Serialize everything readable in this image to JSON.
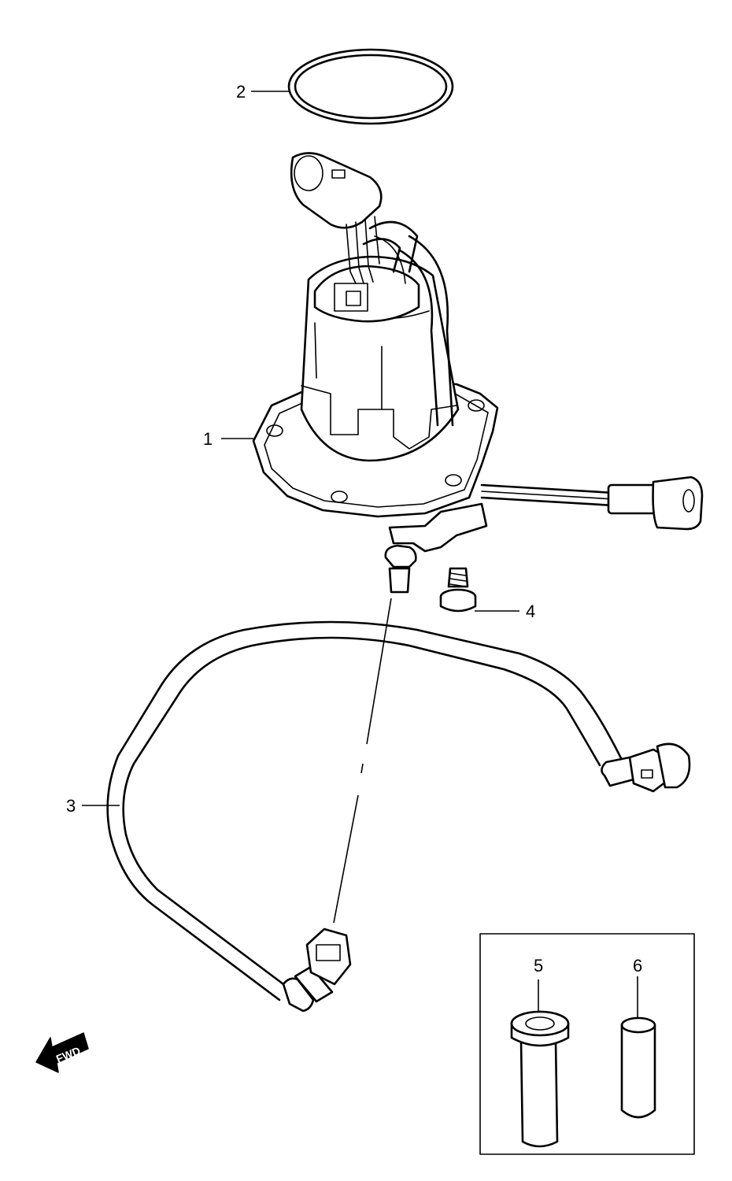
{
  "callouts": [
    {
      "id": "1",
      "label": "1"
    },
    {
      "id": "2",
      "label": "2"
    },
    {
      "id": "3",
      "label": "3"
    },
    {
      "id": "4",
      "label": "4"
    },
    {
      "id": "5",
      "label": "5"
    },
    {
      "id": "6",
      "label": "6"
    }
  ],
  "direction_arrow": {
    "label": "FWD"
  },
  "icons": {
    "o_ring": "o-ring-icon",
    "fuel_pump": "fuel-pump-icon",
    "fuel_hose": "fuel-hose-icon",
    "bolt": "bolt-icon",
    "collar": "collar-icon",
    "cap": "cap-icon",
    "arrow": "fwd-arrow-icon"
  }
}
